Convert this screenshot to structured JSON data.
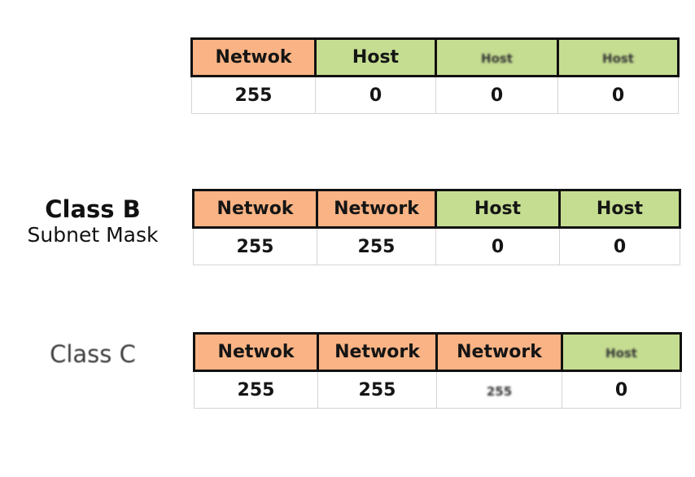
{
  "colors": {
    "network_fill": "#f9b384",
    "host_fill": "#c5dd91",
    "header_border": "#111111",
    "value_border": "#d4d4d4"
  },
  "sections": [
    {
      "title": "",
      "subtitle": "",
      "octets": [
        {
          "label": "Netwok",
          "part": "network",
          "value": "255"
        },
        {
          "label": "Host",
          "part": "host",
          "value": "0"
        },
        {
          "label": "Host",
          "part": "host",
          "value": "0"
        },
        {
          "label": "Host",
          "part": "host",
          "value": "0"
        }
      ]
    },
    {
      "title": "Class B",
      "subtitle": "Subnet Mask",
      "octets": [
        {
          "label": "Netwok",
          "part": "network",
          "value": "255"
        },
        {
          "label": "Network",
          "part": "network",
          "value": "255"
        },
        {
          "label": "Host",
          "part": "host",
          "value": "0"
        },
        {
          "label": "Host",
          "part": "host",
          "value": "0"
        }
      ]
    },
    {
      "title": "Class C",
      "subtitle": "",
      "octets": [
        {
          "label": "Netwok",
          "part": "network",
          "value": "255"
        },
        {
          "label": "Network",
          "part": "network",
          "value": "255"
        },
        {
          "label": "Network",
          "part": "network",
          "value": "255"
        },
        {
          "label": "Host",
          "part": "host",
          "value": "0"
        }
      ]
    }
  ]
}
